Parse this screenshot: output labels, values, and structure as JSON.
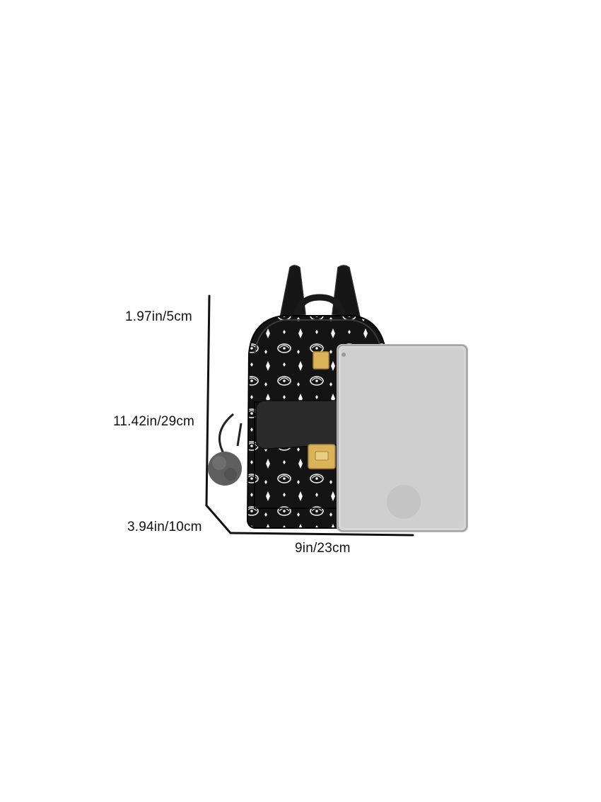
{
  "dimensions": {
    "top_label": "1.97in/5cm",
    "height_label": "11.42in/29cm",
    "depth_label": "3.94in/10cm",
    "width_label": "9in/23cm"
  },
  "colors": {
    "bag_body": "#141414",
    "bag_print": "#f2f2f2",
    "hardware_gold": "#d9b25a",
    "tablet_silver": "#cfcfcf",
    "pompom_gray": "#5e5e5e"
  },
  "icons": [
    "backpack-image",
    "tablet-image",
    "pompom-charm"
  ]
}
